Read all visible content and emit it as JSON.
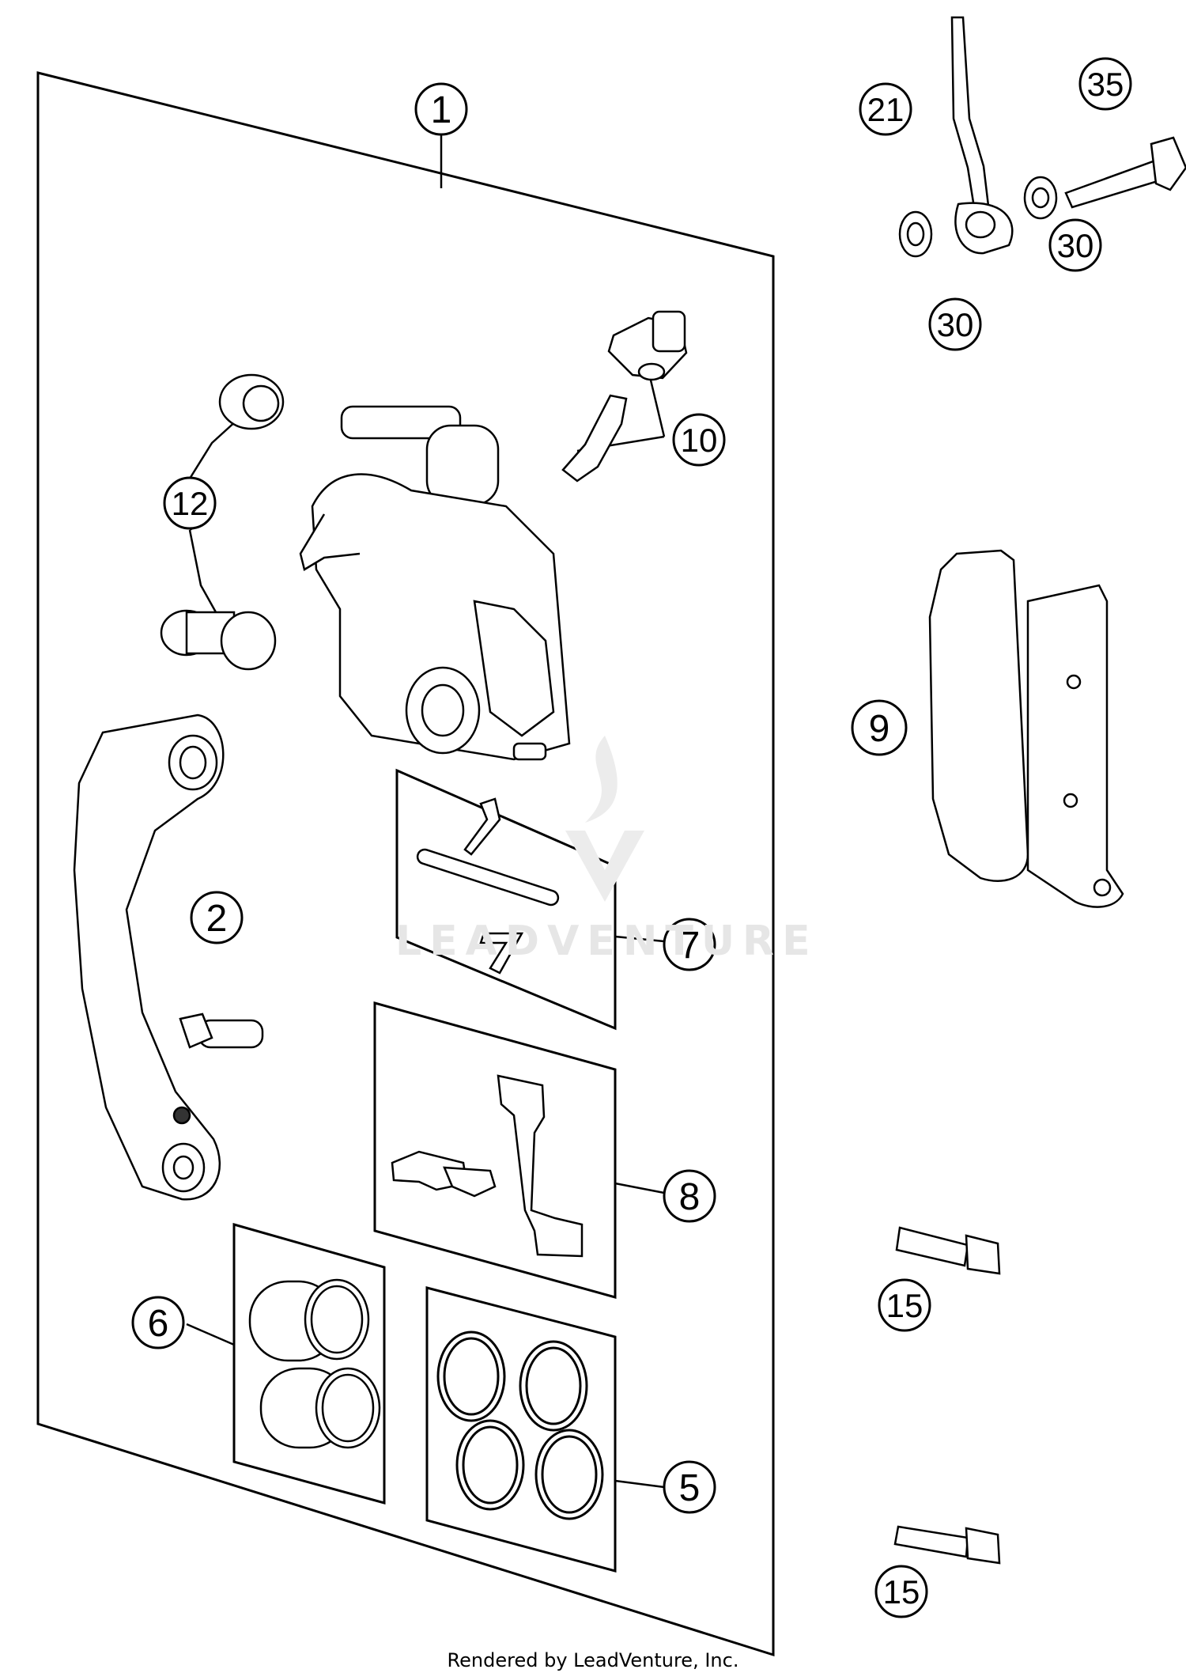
{
  "callouts": [
    {
      "id": "1",
      "label": "1"
    },
    {
      "id": "2",
      "label": "2"
    },
    {
      "id": "5",
      "label": "5"
    },
    {
      "id": "6",
      "label": "6"
    },
    {
      "id": "7",
      "label": "7"
    },
    {
      "id": "8",
      "label": "8"
    },
    {
      "id": "9",
      "label": "9"
    },
    {
      "id": "10",
      "label": "10"
    },
    {
      "id": "12",
      "label": "12"
    },
    {
      "id": "15a",
      "label": "15"
    },
    {
      "id": "15b",
      "label": "15"
    },
    {
      "id": "21",
      "label": "21"
    },
    {
      "id": "30a",
      "label": "30"
    },
    {
      "id": "30b",
      "label": "30"
    },
    {
      "id": "35",
      "label": "35"
    }
  ],
  "watermark": "LEADVENTURE",
  "footer": "Rendered by LeadVenture, Inc."
}
